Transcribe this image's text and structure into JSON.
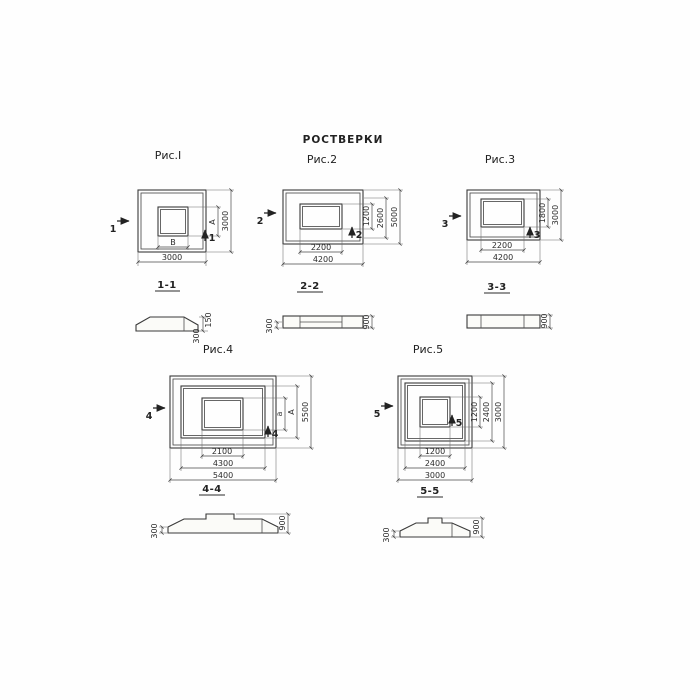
{
  "title": "РОСТВЕРКИ",
  "figures": {
    "fig1": {
      "label": "Рис.I",
      "mark": "1",
      "plan": {
        "socket_width": "В",
        "outer_width": "3000",
        "socket_height": "А",
        "outer_height": "3000"
      },
      "section": {
        "label": "1-1",
        "dim_top": "150",
        "dim_bottom": "300"
      }
    },
    "fig2": {
      "label": "Рис.2",
      "mark": "2",
      "plan": {
        "socket_width": "2200",
        "outer_width": "4200",
        "socket_height": "1200",
        "mid_height": "2600",
        "outer_height": "5000"
      },
      "section": {
        "label": "2-2",
        "dim_height": "900",
        "dim_edge": "300"
      }
    },
    "fig3": {
      "label": "Рис.3",
      "mark": "3",
      "plan": {
        "socket_width": "2200",
        "outer_width": "4200",
        "socket_height": "1800",
        "outer_height": "3000"
      },
      "section": {
        "label": "3-3",
        "dim_height": "900"
      }
    },
    "fig4": {
      "label": "Рис.4",
      "mark": "4",
      "plan": {
        "socket_width": "2100",
        "mid_width": "4300",
        "outer_width": "5400",
        "socket_height": "а",
        "mid_height": "А",
        "outer_height": "5500"
      },
      "section": {
        "label": "4-4",
        "dim_height": "900",
        "dim_edge": "300"
      }
    },
    "fig5": {
      "label": "Рис.5",
      "mark": "5",
      "plan": {
        "socket_width": "1200",
        "mid_width": "2400",
        "outer_width": "3000",
        "socket_height": "1200",
        "mid_height": "2400",
        "outer_height": "3000"
      },
      "section": {
        "label": "5-5",
        "dim_height": "900",
        "dim_edge": "300"
      }
    }
  }
}
